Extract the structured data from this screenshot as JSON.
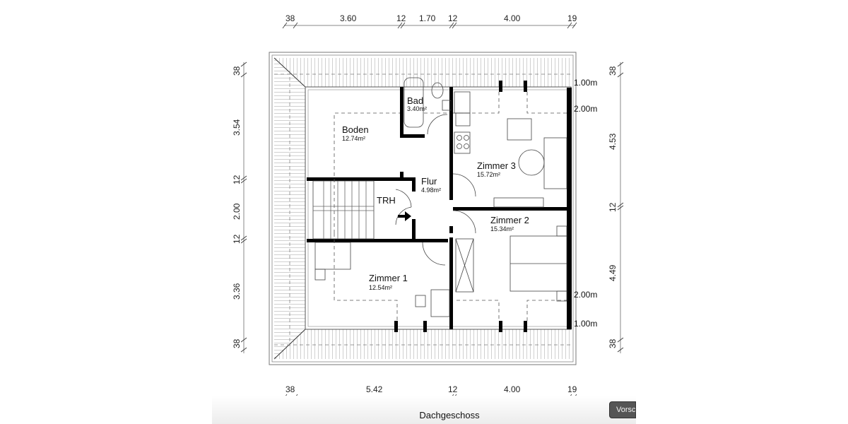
{
  "caption": "Dachgeschoss",
  "tooltip": "Vorsc",
  "dimensions": {
    "top": [
      "38",
      "3.60",
      "12",
      "1.70",
      "12",
      "4.00",
      "19"
    ],
    "bottom": [
      "38",
      "5.42",
      "12",
      "4.00",
      "19"
    ],
    "left": [
      "38",
      "3.54",
      "12",
      "2.00",
      "12",
      "3.36",
      "38"
    ],
    "right": [
      "38",
      "4.53",
      "12",
      "4.49",
      "38"
    ]
  },
  "height_marks": [
    "1.00m",
    "2.00m",
    "2.00m",
    "1.00m"
  ],
  "rooms": [
    {
      "name": "Boden",
      "area": "12.74m²"
    },
    {
      "name": "Bad",
      "area": "3.40m²"
    },
    {
      "name": "Zimmer 3",
      "area": "15.72m²"
    },
    {
      "name": "Flur",
      "area": "4.98m²"
    },
    {
      "name": "TRH",
      "area": ""
    },
    {
      "name": "Zimmer 2",
      "area": "15.34m²"
    },
    {
      "name": "Zimmer 1",
      "area": "12.54m²"
    }
  ],
  "colors": {
    "wall": "#000000",
    "line": "#555555",
    "dim_line": "#888888"
  }
}
